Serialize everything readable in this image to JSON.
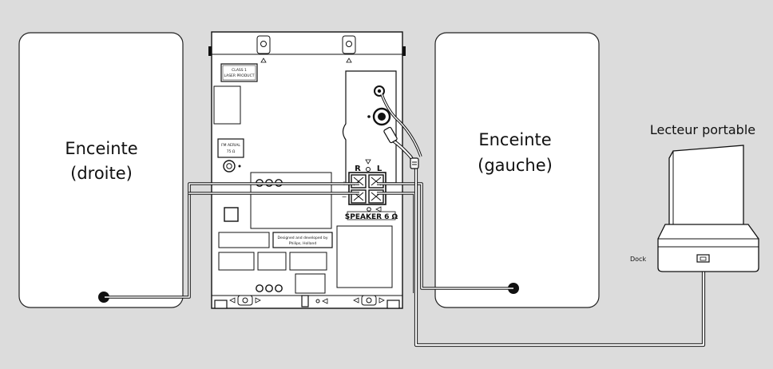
{
  "labels": {
    "speaker_right_line1": "Enceinte",
    "speaker_right_line2": "(droite)",
    "speaker_left_line1": "Enceinte",
    "speaker_left_line2": "(gauche)",
    "portable_player": "Lecteur portable",
    "dock": "Dock"
  },
  "unit": {
    "class1_line1": "CLASS 1",
    "class1_line2": "LASER PRODUCT",
    "fm_line1": "FM AERIAL",
    "fm_line2": "75 Ω",
    "designed_line1": "Designed and developed by",
    "designed_line2": "Philips, Holland",
    "channel_right": "R",
    "channel_left": "L",
    "speaker_terminal": "SPEAKER 6 Ω"
  },
  "colors": {
    "background": "#dcdcdc",
    "panel": "#ffffff",
    "line": "#111111"
  }
}
